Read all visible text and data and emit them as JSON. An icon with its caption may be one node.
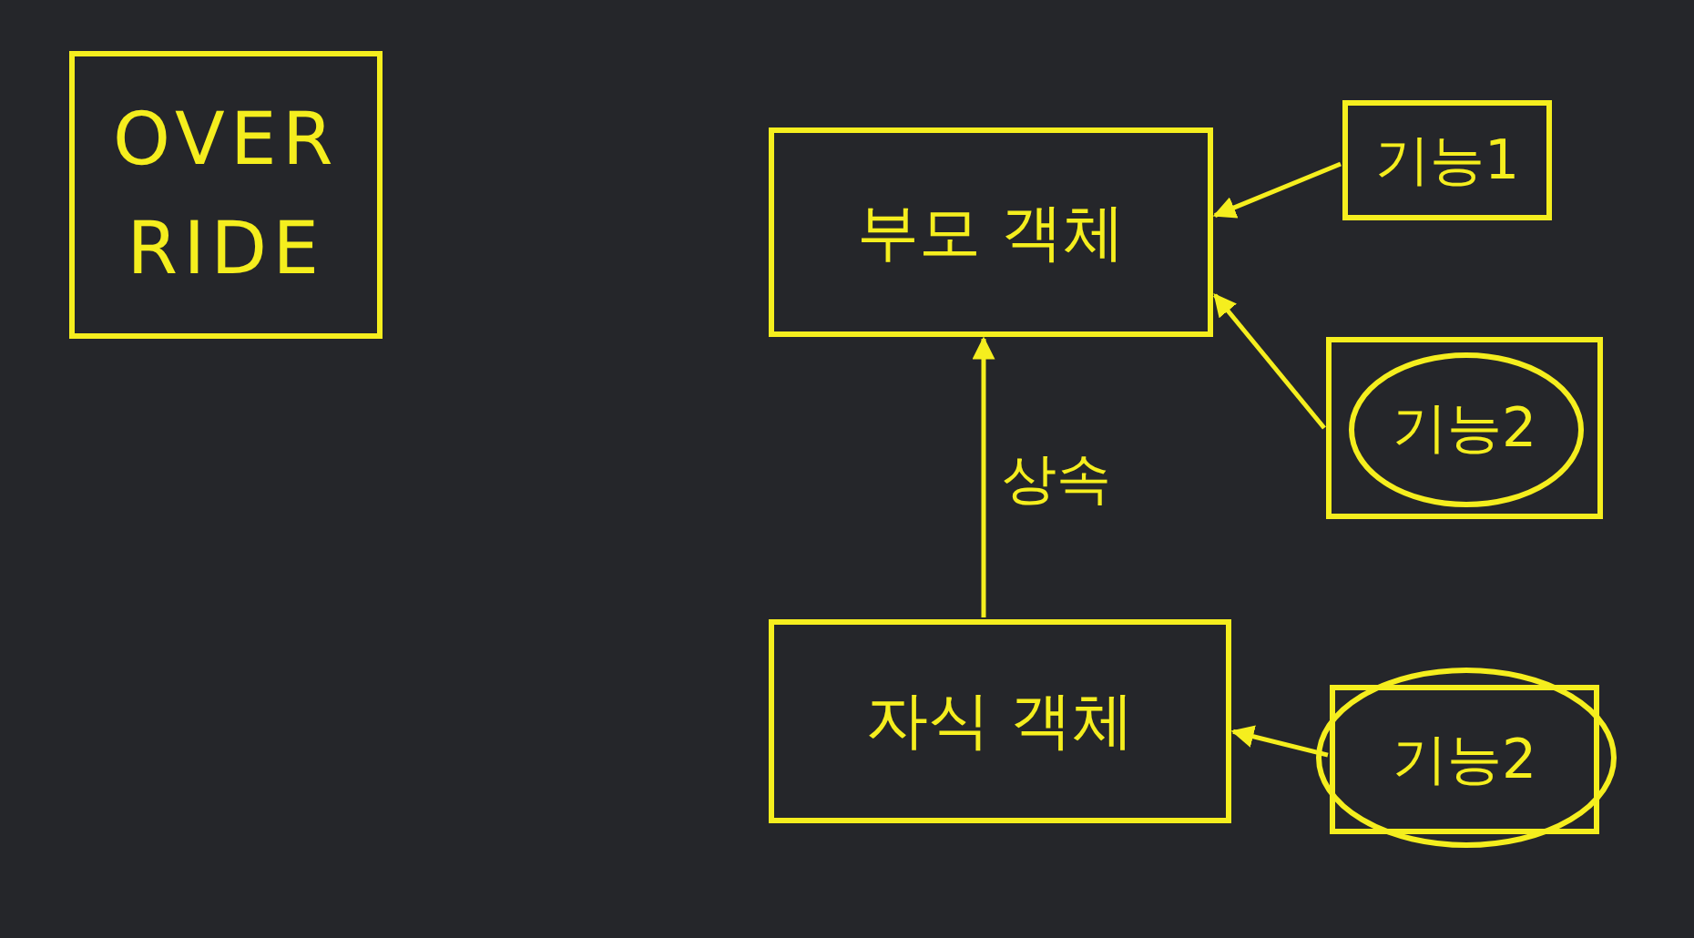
{
  "diagram": {
    "nodes": [
      {
        "text": [
          "OVER RIDE"
        ]
      },
      {
        "text": [
          "부모 객체"
        ]
      },
      {
        "text": [
          "기능1"
        ]
      },
      {
        "text": [
          "기능2"
        ]
      },
      {
        "text": [
          "자식 객체"
        ]
      },
      {
        "text": [
          "기능2"
        ]
      }
    ],
    "edges": [
      {
        "from": 2,
        "to": 1,
        "arrow": "to"
      },
      {
        "from": 3,
        "to": 1,
        "arrow": "to"
      },
      {
        "from": 4,
        "to": 1,
        "arrow": "to",
        "label": "상속"
      },
      {
        "from": 5,
        "to": 4,
        "arrow": "to"
      }
    ]
  }
}
